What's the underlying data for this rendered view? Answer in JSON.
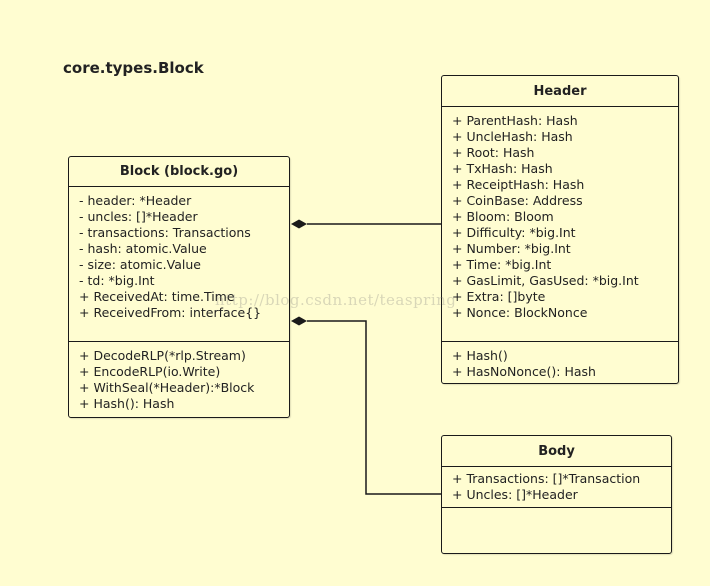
{
  "title": "core.types.Block",
  "watermark": "http://blog.csdn.net/teaspring",
  "block": {
    "name": "Block (block.go)",
    "fields": [
      "- header: *Header",
      "- uncles: []*Header",
      "- transactions: Transactions",
      "- hash: atomic.Value",
      "- size: atomic.Value",
      "- td: *big.Int",
      "+ ReceivedAt: time.Time",
      "+ ReceivedFrom: interface{}"
    ],
    "methods": [
      "+ DecodeRLP(*rlp.Stream)",
      "+ EncodeRLP(io.Write)",
      "+ WithSeal(*Header):*Block",
      "+ Hash(): Hash"
    ]
  },
  "header": {
    "name": "Header",
    "fields": [
      "+ ParentHash: Hash",
      "+ UncleHash: Hash",
      "+ Root: Hash",
      "+ TxHash: Hash",
      "+ ReceiptHash: Hash",
      "+ CoinBase: Address",
      "+ Bloom: Bloom",
      "+ Difficulty: *big.Int",
      "+ Number: *big.Int",
      "+ Time: *big.Int",
      "+ GasLimit, GasUsed: *big.Int",
      "+ Extra: []byte",
      "+ Nonce: BlockNonce"
    ],
    "methods": [
      "+ Hash()",
      "+ HasNoNonce(): Hash"
    ]
  },
  "body": {
    "name": "Body",
    "fields": [
      "+ Transactions: []*Transaction",
      "+ Uncles: []*Header"
    ],
    "methods": []
  }
}
